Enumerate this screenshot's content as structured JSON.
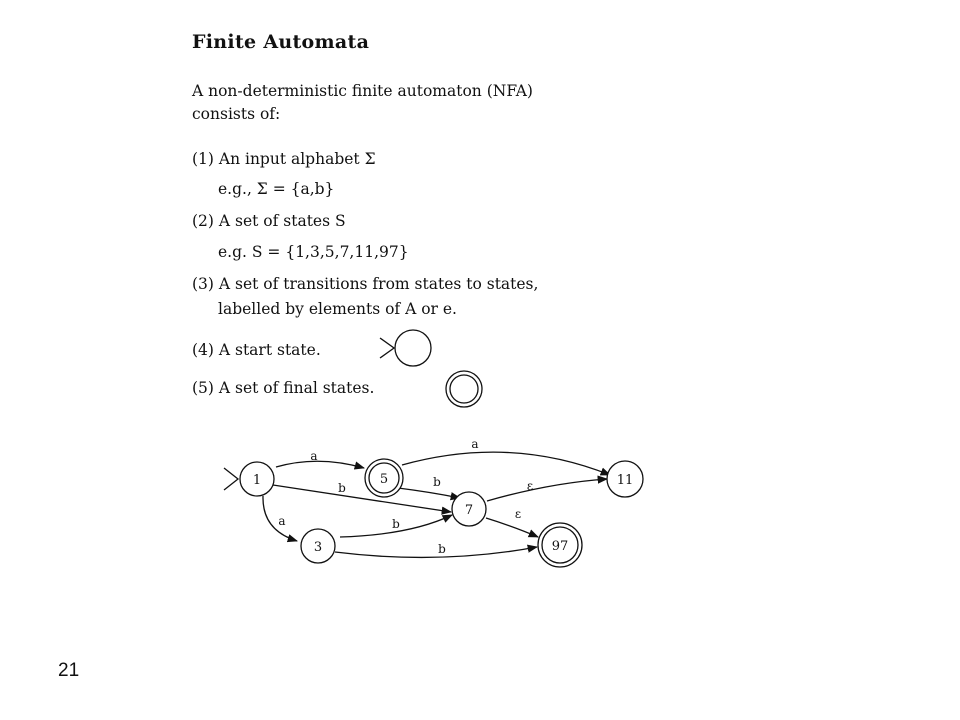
{
  "slide": {
    "title": "Finite Automata",
    "intro": [
      "A non-deterministic finite automaton (NFA)",
      "consists of:"
    ],
    "items": [
      {
        "main": "(1) An input alphabet Σ",
        "sub": "e.g., Σ = {a,b}"
      },
      {
        "main": "(2) A set of states S",
        "sub": "e.g.   S = {1,3,5,7,11,97}"
      },
      {
        "main": "(3) A set of transitions from states to states,",
        "sub": "labelled by elements of A or e."
      },
      {
        "main": "(4) A start state."
      },
      {
        "main": "(5) A set of final states."
      }
    ],
    "page_number": "21"
  },
  "diagram": {
    "states": [
      {
        "id": "1",
        "label": "1",
        "start": true,
        "final": false
      },
      {
        "id": "5",
        "label": "5",
        "start": false,
        "final": true
      },
      {
        "id": "3",
        "label": "3",
        "start": false,
        "final": false
      },
      {
        "id": "7",
        "label": "7",
        "start": false,
        "final": false
      },
      {
        "id": "11",
        "label": "11",
        "start": false,
        "final": false
      },
      {
        "id": "97",
        "label": "97",
        "start": false,
        "final": true
      }
    ],
    "transitions": [
      {
        "from": "1",
        "to": "5",
        "label": "a"
      },
      {
        "from": "1",
        "to": "7",
        "label": "b"
      },
      {
        "from": "1",
        "to": "3",
        "label": "a"
      },
      {
        "from": "5",
        "to": "11",
        "label": "a"
      },
      {
        "from": "5",
        "to": "7",
        "label": "b"
      },
      {
        "from": "3",
        "to": "7",
        "label": "b"
      },
      {
        "from": "3",
        "to": "97",
        "label": "b"
      },
      {
        "from": "7",
        "to": "11",
        "label": "ε"
      },
      {
        "from": "7",
        "to": "97",
        "label": "ε"
      }
    ]
  }
}
